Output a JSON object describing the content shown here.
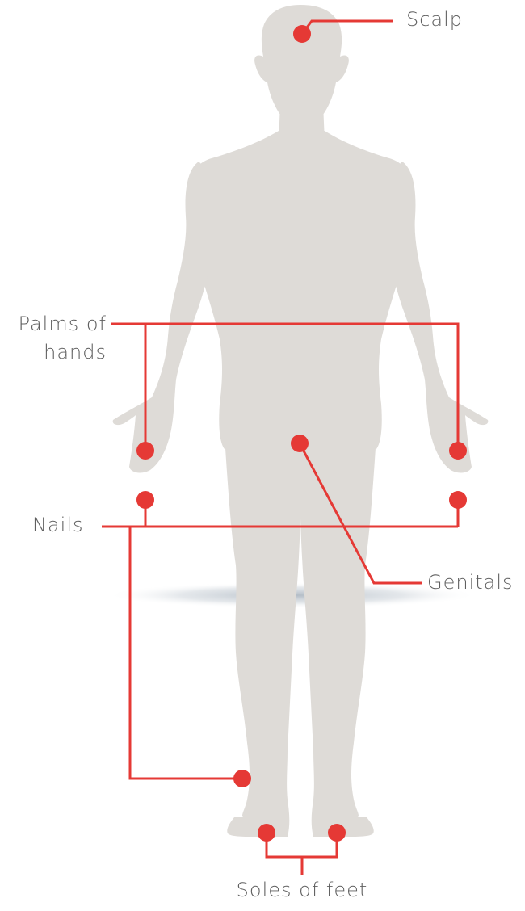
{
  "colors": {
    "body": "#dedbd7",
    "accent": "#e53935",
    "text": "#5f5f5f",
    "shadow": "#a9b4bf"
  },
  "labels": {
    "scalp": "Scalp",
    "palms_line1": "Palms of",
    "palms_line2": "hands",
    "nails": "Nails",
    "genitals": "Genitals",
    "soles": "Soles of feet"
  },
  "icons": {
    "figure": "human-body-silhouette",
    "marker": "red-dot-marker"
  }
}
